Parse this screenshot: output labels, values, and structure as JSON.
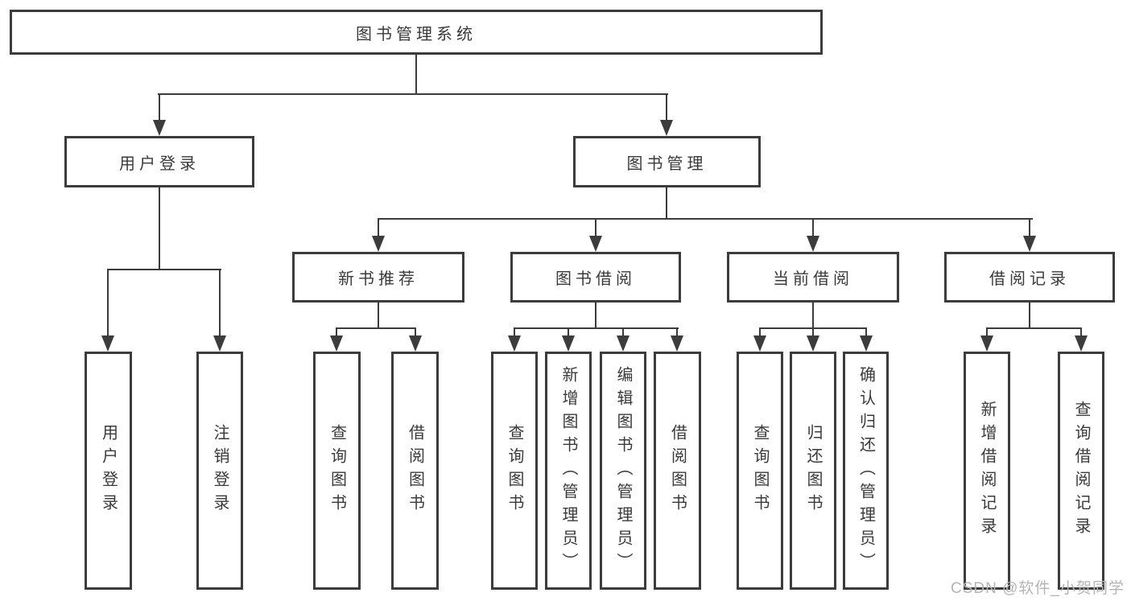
{
  "diagram": {
    "root": "图书管理系统",
    "level2": {
      "user_login": "用户登录",
      "book_mgmt": "图书管理"
    },
    "level3": {
      "new_books": "新书推荐",
      "borrowing": "图书借阅",
      "current": "当前借阅",
      "records": "借阅记录"
    },
    "leaves": {
      "user_login_1": "用户登录",
      "user_login_2": "注销登录",
      "new_books_1": "查询图书",
      "new_books_2": "借阅图书",
      "borrowing_1": "查询图书",
      "borrowing_2": "新增图书（管理员）",
      "borrowing_3": "编辑图书（管理员）",
      "borrowing_4": "借阅图书",
      "current_1": "查询图书",
      "current_2": "归还图书",
      "current_3": "确认归还（管理员）",
      "records_1": "新增借阅记录",
      "records_2": "查询借阅记录"
    },
    "colors": {
      "line": "#3c3c3c",
      "text": "#3a3a3a",
      "background": "#ffffff",
      "watermark": "#b4b4b4"
    },
    "watermark": "CSDN @软件_小贺同学"
  }
}
